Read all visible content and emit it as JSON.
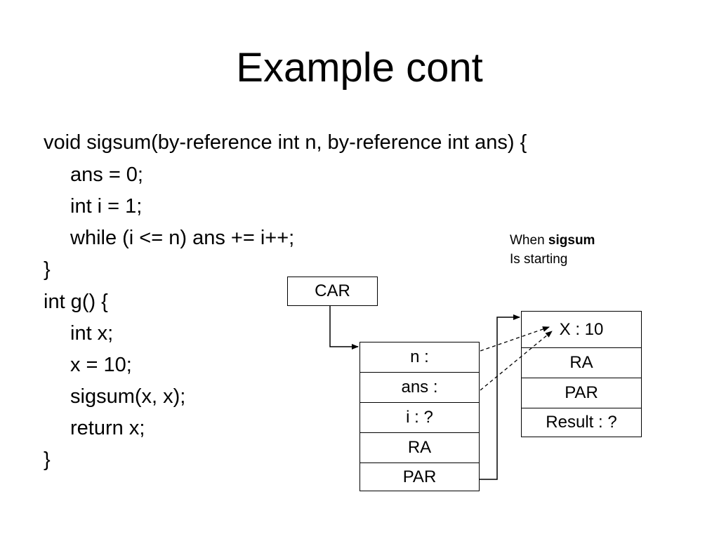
{
  "slide": {
    "title": "Example cont",
    "code_lines": [
      {
        "text": "void sigsum(by-reference int n, by-reference int ans) {",
        "indent": false
      },
      {
        "text": "ans = 0;",
        "indent": true
      },
      {
        "text": "int i = 1;",
        "indent": true
      },
      {
        "text": "while (i <= n) ans += i++;",
        "indent": true
      },
      {
        "text": "}",
        "indent": false
      },
      {
        "text": "int g() {",
        "indent": false
      },
      {
        "text": "int x;",
        "indent": true
      },
      {
        "text": "x = 10;",
        "indent": true
      },
      {
        "text": "sigsum(x, x);",
        "indent": true
      },
      {
        "text": "return x;",
        "indent": true
      },
      {
        "text": "}",
        "indent": false
      }
    ],
    "note": {
      "prefix": "When ",
      "bold": "sigsum",
      "line2": "Is starting"
    }
  },
  "diagram": {
    "car_label": "CAR",
    "sigsum_frame": [
      "n :",
      "ans :",
      "i : ?",
      "RA",
      "PAR"
    ],
    "g_frame": [
      "X : 10",
      "RA",
      "PAR",
      "Result : ?"
    ]
  }
}
